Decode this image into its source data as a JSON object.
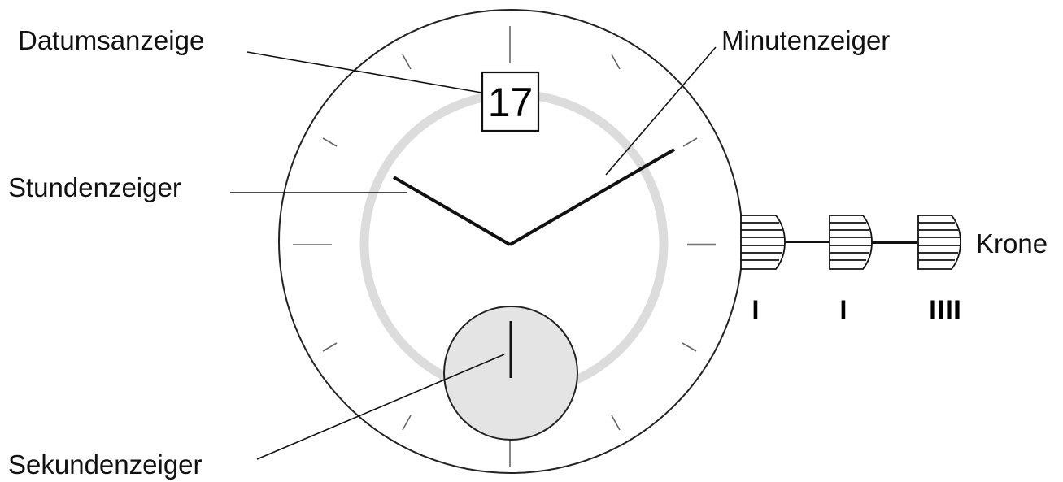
{
  "labels": {
    "date": "Datumsanzeige",
    "minute": "Minutenzeiger",
    "hour": "Stundenzeiger",
    "second": "Sekundenzeiger",
    "crown": "Krone"
  },
  "date_value": "17",
  "crown_positions": [
    "I",
    "I",
    "IIII"
  ]
}
